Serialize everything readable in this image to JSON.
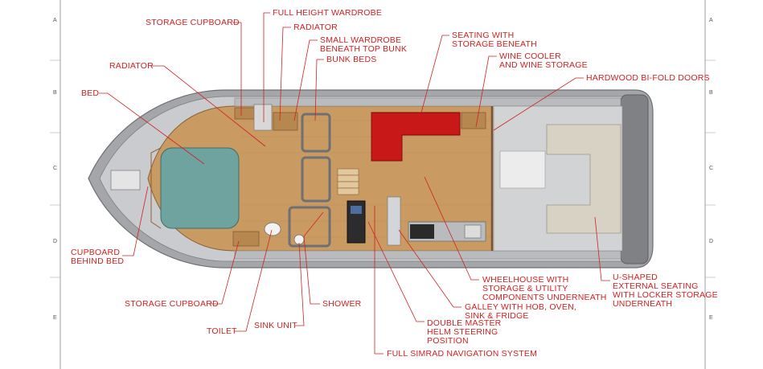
{
  "frame": {
    "row_letters": [
      "A",
      "B",
      "C",
      "D",
      "E"
    ]
  },
  "labels": {
    "storage_cupboard_top": "STORAGE CUPBOARD",
    "full_height_wardrobe": "FULL HEIGHT WARDROBE",
    "radiator_top": "RADIATOR",
    "small_wardrobe_1": "SMALL WARDROBE",
    "small_wardrobe_2": "BENEATH TOP BUNK",
    "bunk_beds": "BUNK BEDS",
    "seating_1": "SEATING WITH",
    "seating_2": "STORAGE BENEATH",
    "wine_1": "WINE COOLER",
    "wine_2": "AND WINE STORAGE",
    "radiator_left": "RADIATOR",
    "hardwood_doors": "HARDWOOD BI-FOLD DOORS",
    "bed": "BED",
    "cupboard_behind_1": "CUPBOARD",
    "cupboard_behind_2": "BEHIND BED",
    "storage_cupboard_bottom": "STORAGE CUPBOARD",
    "shower": "SHOWER",
    "toilet": "TOILET",
    "sink_unit": "SINK UNIT",
    "wheelhouse_1": "WHEELHOUSE WITH",
    "wheelhouse_2": "STORAGE & UTILITY",
    "wheelhouse_3": "COMPONENTS UNDERNEATH",
    "galley_1": "GALLEY WITH HOB, OVEN,",
    "galley_2": "SINK & FRIDGE",
    "helm_1": "DOUBLE MASTER",
    "helm_2": "HELM STEERING",
    "helm_3": "POSITION",
    "simrad": "FULL SIMRAD NAVIGATION SYSTEM",
    "ushaped_1": "U-SHAPED",
    "ushaped_2": "EXTERNAL SEATING",
    "ushaped_3": "WITH LOCKER STORAGE",
    "ushaped_4": "UNDERNEATH"
  },
  "colors": {
    "annotation": "#d42020",
    "deck_wood": "#c99a62",
    "hull_grey": "#9a9ca0",
    "bed_teal": "#6fa3a0",
    "seat_red": "#c81818",
    "cockpit_cushion": "#d8d2c4"
  }
}
